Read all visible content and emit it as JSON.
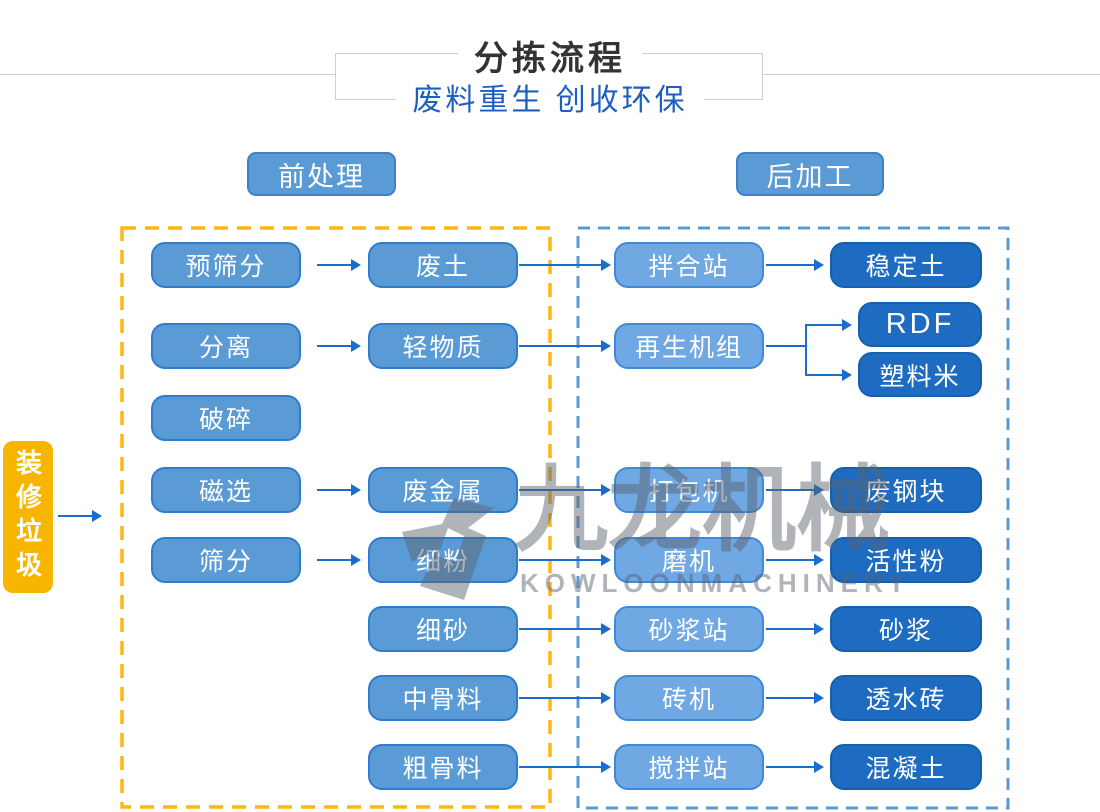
{
  "header": {
    "title": "分拣流程",
    "subtitle": "废料重生 创收环保"
  },
  "stage_labels": {
    "pre": "前处理",
    "post": "后加工"
  },
  "source_label": "装修垃圾",
  "flow": {
    "pre": {
      "col1": {
        "pre_screening": "预筛分",
        "separation": "分离",
        "crushing": "破碎",
        "magnetic_sorting": "磁选",
        "screening": "筛分"
      },
      "col2": {
        "waste_soil": "废土",
        "light_material": "轻物质",
        "scrap_metal": "废金属",
        "fine_powder": "细粉",
        "fine_sand": "细砂",
        "medium_aggregate": "中骨料",
        "coarse_aggregate": "粗骨料"
      }
    },
    "post": {
      "col3": {
        "mixing_station": "拌合站",
        "recycling_unit": "再生机组",
        "baler": "打包机",
        "mill": "磨机",
        "mortar_station": "砂浆站",
        "brick_machine": "砖机",
        "concrete_station": "搅拌站"
      },
      "col4": {
        "stabilized_soil": "稳定土",
        "rdf": "RDF",
        "plastic_pellets": "塑料米",
        "scrap_steel": "废钢块",
        "active_powder": "活性粉",
        "mortar": "砂浆",
        "permeable_brick": "透水砖",
        "concrete": "混凝土"
      }
    }
  },
  "watermark": {
    "cn": "九龙机械",
    "en": "KOWLOONMACHINERY"
  },
  "colors": {
    "node_light": "#5b9bd5",
    "node_light_border": "#2f7ccc",
    "node_mid": "#6fa8e3",
    "node_dark": "#1d6cc1",
    "source_yellow": "#f7b500",
    "pre_region_dash": "#ffb612",
    "post_region_dash": "#5b9bd5",
    "arrow_blue": "#1a6dcb",
    "subtitle_blue": "#1c5fc1",
    "title_dark": "#333333",
    "deco_line": "#c9ced6",
    "watermark_gray": "#5c636e"
  }
}
